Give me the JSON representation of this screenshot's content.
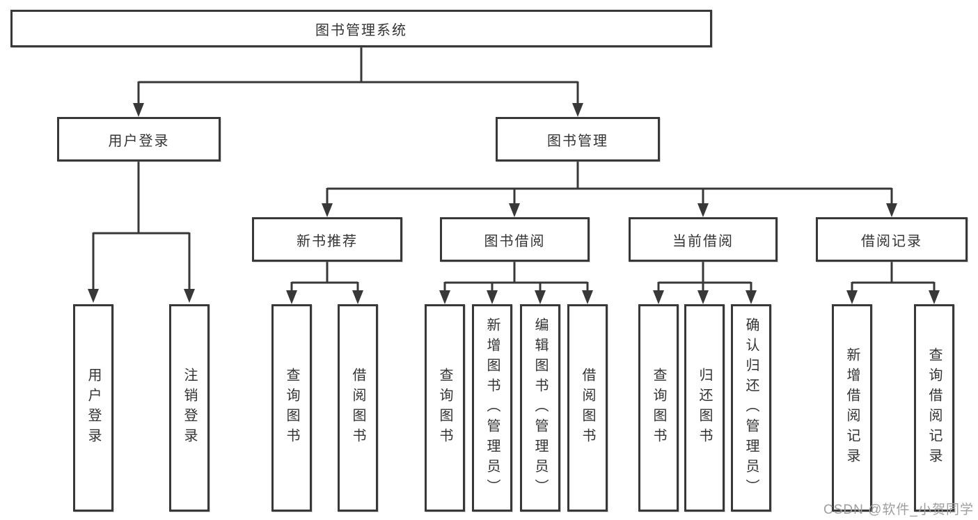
{
  "nodes": {
    "root": "图书管理系统",
    "level2": {
      "user_login_group": "用户登录",
      "book_management": "图书管理"
    },
    "level3": {
      "new_book_recommend": "新书推荐",
      "book_borrow": "图书借阅",
      "current_borrow": "当前借阅",
      "borrow_records": "借阅记录"
    },
    "leaves": [
      "用户登录",
      "注销登录",
      "查询图书",
      "借阅图书",
      "查询图书",
      "新增图书（管理员）",
      "编辑图书（管理员）",
      "借阅图书",
      "查询图书",
      "归还图书",
      "确认归还（管理员）",
      "新增借阅记录",
      "查询借阅记录"
    ]
  },
  "watermark": "CSDN @软件_小贺同学",
  "colors": {
    "line": "#383838",
    "text": "#333333",
    "watermark": "#9e9e9e",
    "background": "#ffffff"
  }
}
